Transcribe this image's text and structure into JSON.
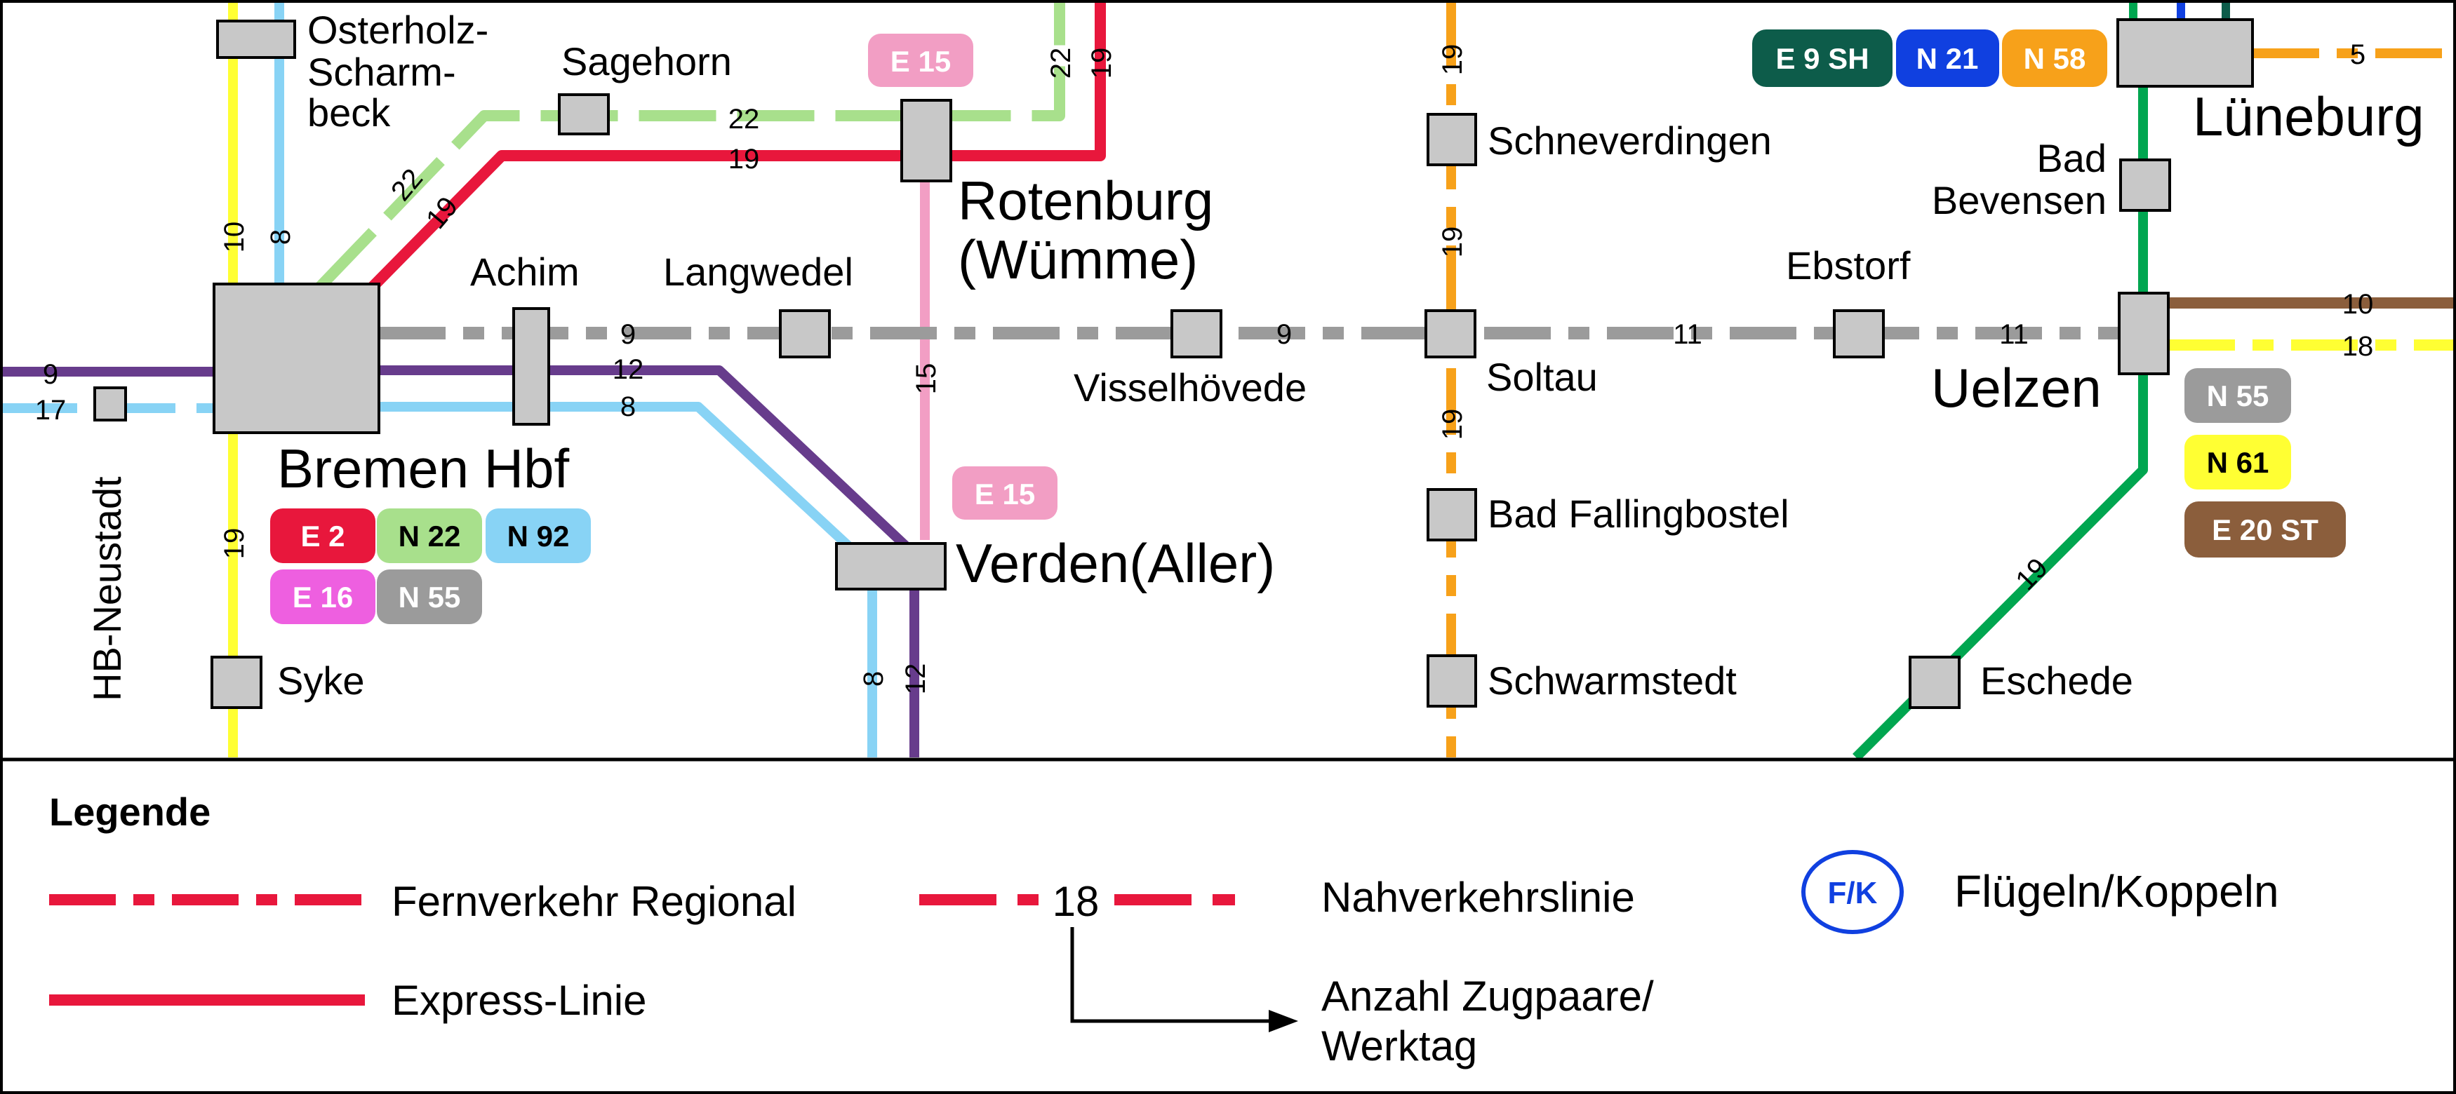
{
  "map": {
    "stations": {
      "osterholz": "Osterholz-",
      "osterholz_2": "Scharm-",
      "osterholz_3": "beck",
      "sagehorn": "Sagehorn",
      "rotenburg": "Rotenburg",
      "rotenburg_2": "(Wümme)",
      "achim": "Achim",
      "langwedel": "Langwedel",
      "visselhoevede": "Visselhövede",
      "soltau": "Soltau",
      "ebstorf": "Ebstorf",
      "uelzen": "Uelzen",
      "lueneburg": "Lüneburg",
      "bad_bevensen": "Bad",
      "bad_bevensen_2": "Bevensen",
      "schneverdingen": "Schneverdingen",
      "bad_fallingbostel": "Bad Fallingbostel",
      "schwarmstedt": "Schwarmstedt",
      "eschede": "Eschede",
      "bremen": "Bremen Hbf",
      "verden": "Verden(Aller)",
      "syke": "Syke",
      "hb_neustadt": "HB-Neustadt"
    },
    "line_numbers": {
      "n9_west": "9",
      "n17": "17",
      "n10": "10",
      "n8_north": "8",
      "n22_diag": "22",
      "n19_diag": "19",
      "n22_top": "22",
      "n19_top": "19",
      "n22_vert": "22",
      "n19_vert": "19",
      "n9_a": "9",
      "n12": "12",
      "n8": "8",
      "n9_b": "9",
      "n15": "15",
      "n19_south": "19",
      "n8_v": "8",
      "n12_v": "12",
      "n19_o1": "19",
      "n19_o2": "19",
      "n19_o3": "19",
      "n11_a": "11",
      "n11_b": "11",
      "n5": "5",
      "n10_east": "10",
      "n18": "18",
      "n19_green": "19"
    },
    "badges": {
      "e15_rotenburg": "E 15",
      "e15_verden": "E 15",
      "e2": "E 2",
      "n22": "N 22",
      "n92": "N 92",
      "e16": "E 16",
      "n55_bremen": "N 55",
      "e9sh": "E 9 SH",
      "n21": "N 21",
      "n58": "N 58",
      "n55_uelzen": "N 55",
      "n61": "N 61",
      "e20st": "E 20 ST"
    },
    "colors": {
      "red": "#e8173c",
      "light_green": "#a8e08c",
      "yellow": "#ffff33",
      "light_blue": "#88d3f5",
      "purple": "#673c8c",
      "grey": "#9b9b9b",
      "orange": "#f7a11a",
      "pink": "#f29ec4",
      "green": "#00a650",
      "brown": "#8b5e3c",
      "dark_teal": "#0d5c4a",
      "blue": "#1040e0",
      "magenta": "#ee5fe0",
      "station_fill": "#c8c8c8"
    }
  },
  "legend": {
    "title": "Legende",
    "fernverkehr": "Fernverkehr Regional",
    "express": "Express-Linie",
    "nahverkehr_count": "18",
    "nahverkehr": "Nahverkehrslinie",
    "anzahl_1": "Anzahl Zugpaare/",
    "anzahl_2": "Werktag",
    "fk_icon": "F/K",
    "fluegeln": "Flügeln/Koppeln"
  }
}
